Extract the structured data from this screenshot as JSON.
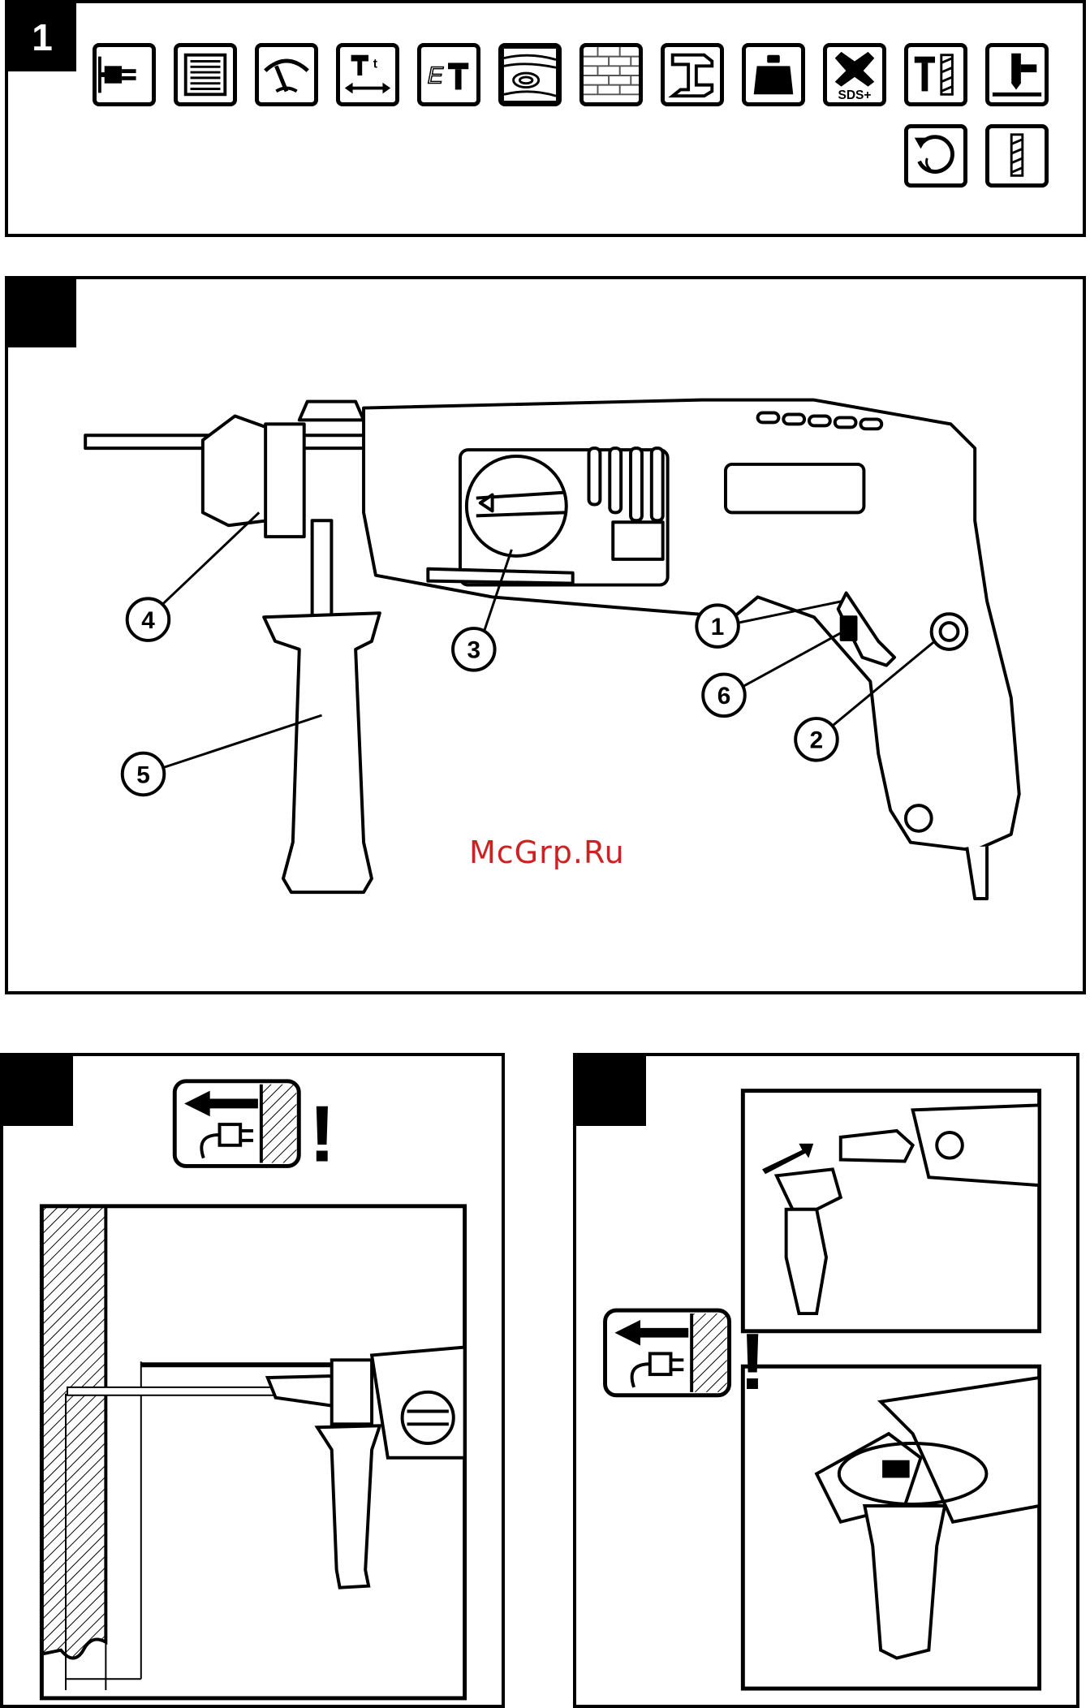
{
  "page": {
    "watermark": "McGrp.Ru"
  },
  "panel1": {
    "number": "1",
    "icons": [
      {
        "name": "mains-plug-icon"
      },
      {
        "name": "power-rating-plate-icon"
      },
      {
        "name": "speed-gauge-icon"
      },
      {
        "name": "impact-energy-icon"
      },
      {
        "name": "impact-energy-et-icon",
        "label": "ET"
      },
      {
        "name": "wood-icon"
      },
      {
        "name": "masonry-icon"
      },
      {
        "name": "steel-beam-icon"
      },
      {
        "name": "weight-icon"
      },
      {
        "name": "sds-plus-chuck-icon",
        "label": "SDS+"
      },
      {
        "name": "hammer-drill-mode-icon"
      },
      {
        "name": "chiseling-icon"
      },
      {
        "name": "reverse-rotation-icon"
      },
      {
        "name": "drill-mode-icon"
      }
    ]
  },
  "panel2": {
    "callouts": [
      "1",
      "2",
      "3",
      "4",
      "5",
      "6"
    ]
  },
  "panel3": {
    "warning_mark": "!"
  },
  "panel4": {
    "warning_mark": "!"
  }
}
